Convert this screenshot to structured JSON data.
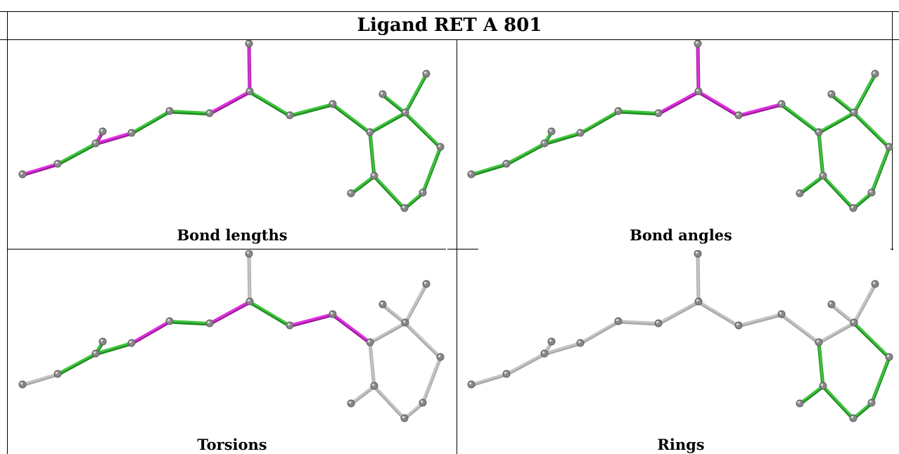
{
  "title": "Ligand RET A 801",
  "colors": {
    "green": "#3ec43e",
    "green_dark": "#1e8a1e",
    "magenta": "#e030e0",
    "magenta_dark": "#9a1c9a",
    "gray": "#c4c4c4",
    "atom": "#888888"
  },
  "panels": [
    {
      "caption": "Bond lengths",
      "bonds": [
        "m",
        "g",
        "m",
        "m",
        "g",
        "g",
        "m",
        "m",
        "g",
        "g",
        "g",
        "g",
        "g",
        "g",
        "g",
        "g",
        "g",
        "g",
        "g"
      ]
    },
    {
      "caption": "Bond angles",
      "bonds": [
        "g",
        "g",
        "g",
        "g",
        "g",
        "g",
        "m",
        "m",
        "m",
        "m",
        "g",
        "g",
        "g",
        "g",
        "g",
        "g",
        "g",
        "g",
        "g"
      ]
    },
    {
      "caption": "Torsions",
      "bonds": [
        "x",
        "g",
        "g",
        "g",
        "m",
        "g",
        "m",
        "x",
        "g",
        "m",
        "m",
        "x",
        "x",
        "x",
        "x",
        "x",
        "x",
        "x",
        "x"
      ]
    },
    {
      "caption": "Rings",
      "bonds": [
        "x",
        "x",
        "x",
        "x",
        "x",
        "x",
        "x",
        "x",
        "x",
        "x",
        "x",
        "x",
        "g",
        "g",
        "g",
        "g",
        "g",
        "g",
        "x"
      ]
    }
  ]
}
